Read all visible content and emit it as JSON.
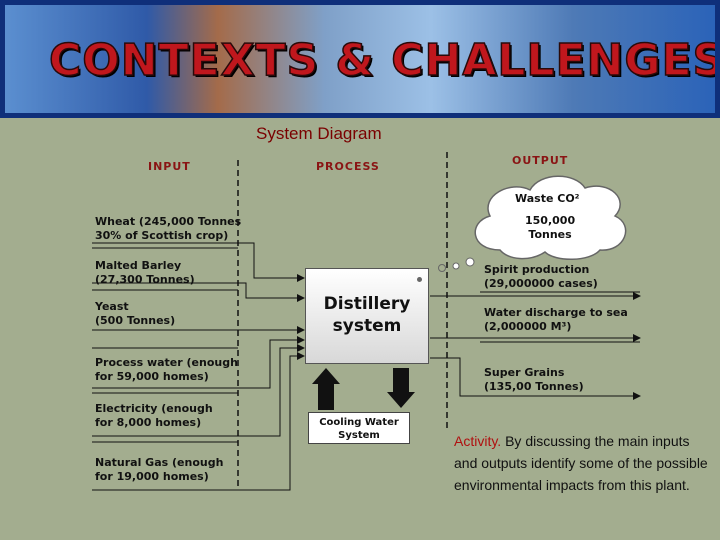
{
  "banner": {
    "title": "CONTEXTS & CHALLENGES"
  },
  "diagram": {
    "title": "System Diagram",
    "headers": {
      "input": "INPUT",
      "process": "PROCESS",
      "output": "OUTPUT"
    },
    "inputs": [
      {
        "line1": "Wheat (245,000  Tonnes",
        "line2": "30% of Scottish crop)"
      },
      {
        "line1": "Malted Barley",
        "line2": "(27,300 Tonnes)"
      },
      {
        "line1": "Yeast",
        "line2": "(500 Tonnes)"
      },
      {
        "line1": "Process water (enough",
        "line2": "for 59,000 homes)"
      },
      {
        "line1": "Electricity (enough",
        "line2": "for 8,000 homes)"
      },
      {
        "line1": "Natural Gas (enough",
        "line2": "for 19,000 homes)"
      }
    ],
    "process": {
      "line1": "Distillery",
      "line2": "system"
    },
    "cooling": {
      "line1": "Cooling Water",
      "line2": "System"
    },
    "cloud": {
      "title": "Waste CO²",
      "line1": "150,000",
      "line2": "Tonnes"
    },
    "outputs": [
      {
        "line1": "Spirit production",
        "line2": "(29,000000 cases)"
      },
      {
        "line1": "Water discharge to sea",
        "line2": "(2,000000 M³)"
      },
      {
        "line1": "Super Grains",
        "line2": "(135,00 Tonnes)"
      }
    ]
  },
  "activity": {
    "head": "Activity.",
    "body": " By discussing the main inputs and outputs identify some of the possible environmental impacts from this plant."
  },
  "colors": {
    "background": "#a3ad8f",
    "title_red": "#c0171d",
    "banner_border": "#0f2f7a",
    "activity_red": "#b01010"
  }
}
